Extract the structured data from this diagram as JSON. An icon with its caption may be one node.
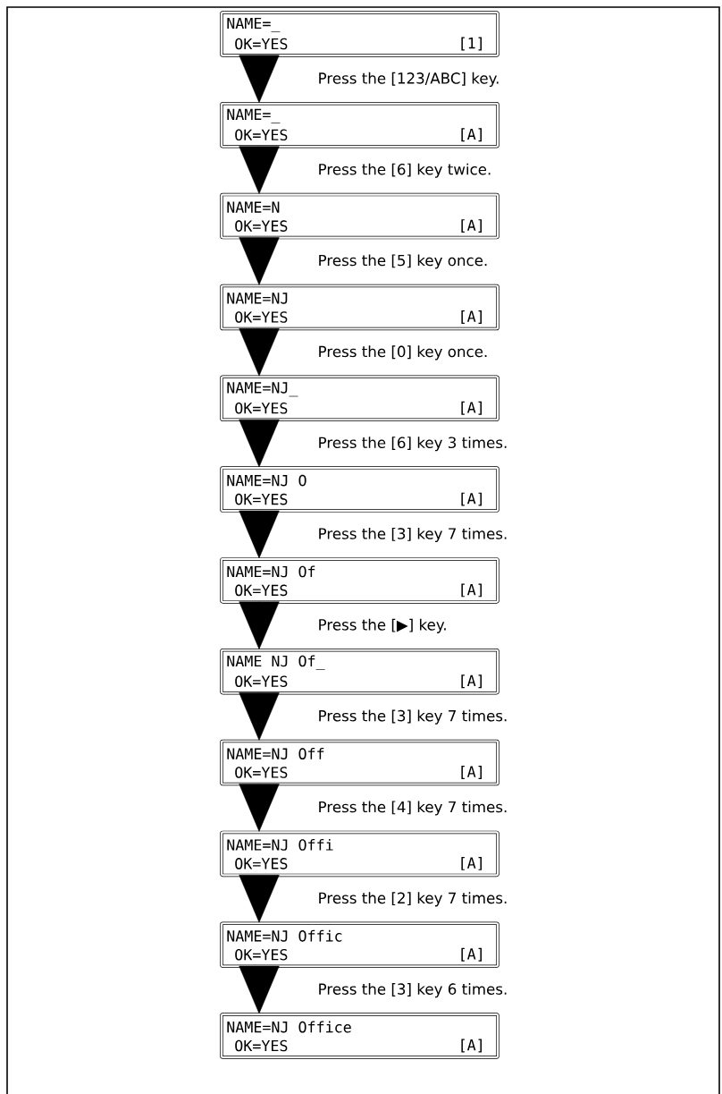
{
  "diagram": {
    "nodes": [
      {
        "text": [
          "NAME=_",
          "OK=YES",
          "[1]"
        ]
      },
      {
        "text": [
          "NAME=_",
          "OK=YES",
          "[A]"
        ]
      },
      {
        "text": [
          "NAME=N",
          "OK=YES",
          "[A]"
        ]
      },
      {
        "text": [
          "NAME=NJ",
          "OK=YES",
          "[A]"
        ]
      },
      {
        "text": [
          "NAME=NJ_",
          "OK=YES",
          "[A]"
        ]
      },
      {
        "text": [
          "NAME=NJ O",
          "OK=YES",
          "[A]"
        ]
      },
      {
        "text": [
          "NAME=NJ Of",
          "OK=YES",
          "[A]"
        ]
      },
      {
        "text": [
          "NAME NJ Of_",
          "OK=YES",
          "[A]"
        ]
      },
      {
        "text": [
          "NAME=NJ Off",
          "OK=YES",
          "[A]"
        ]
      },
      {
        "text": [
          "NAME=NJ Offi",
          "OK=YES",
          "[A]"
        ]
      },
      {
        "text": [
          "NAME=NJ Offic",
          "OK=YES",
          "[A]"
        ]
      },
      {
        "text": [
          "NAME=NJ Office",
          "OK=YES",
          "[A]"
        ]
      }
    ],
    "edges": [
      {
        "from": 0,
        "to": 1,
        "arrow": "to",
        "label": "Press the [123/ABC] key."
      },
      {
        "from": 1,
        "to": 2,
        "arrow": "to",
        "label": "Press the [6] key twice."
      },
      {
        "from": 2,
        "to": 3,
        "arrow": "to",
        "label": "Press the [5] key once."
      },
      {
        "from": 3,
        "to": 4,
        "arrow": "to",
        "label": "Press the [0] key once."
      },
      {
        "from": 4,
        "to": 5,
        "arrow": "to",
        "label": "Press the [6] key 3 times."
      },
      {
        "from": 5,
        "to": 6,
        "arrow": "to",
        "label": "Press the [3] key 7 times."
      },
      {
        "from": 6,
        "to": 7,
        "arrow": "to",
        "label": "Press the [▶] key."
      },
      {
        "from": 7,
        "to": 8,
        "arrow": "to",
        "label": "Press the [3] key 7 times."
      },
      {
        "from": 8,
        "to": 9,
        "arrow": "to",
        "label": "Press the [4] key 7 times."
      },
      {
        "from": 9,
        "to": 10,
        "arrow": "to",
        "label": "Press the [2] key 7 times."
      },
      {
        "from": 10,
        "to": 11,
        "arrow": "to",
        "label": "Press the [3] key 6 times."
      }
    ]
  }
}
